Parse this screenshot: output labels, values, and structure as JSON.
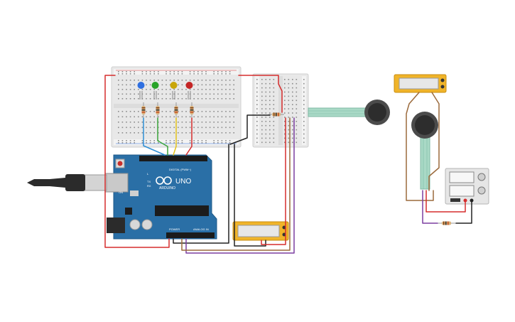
{
  "arduino": {
    "brand": "ARDUINO",
    "model": "UNO",
    "digital_label": "DIGITAL (PWM~)",
    "power_label": "POWER",
    "analog_label": "ANALOG IN",
    "tx_label": "TX",
    "rx_label": "RX",
    "on_label": "ON",
    "l_label": "L"
  },
  "colors": {
    "board": "#2a6fa6",
    "breadboard": "#e9e9e9",
    "wire_red": "#d62d2d",
    "wire_black": "#222222",
    "wire_purple": "#7b3fa0",
    "wire_brown": "#9b6a3c",
    "wire_blue": "#2f8fd6",
    "wire_green": "#3aa43a",
    "wire_yellow": "#e3c21b",
    "fsr_tail": "#a9d9c6",
    "display_frame": "#f0b429"
  },
  "leds": [
    {
      "name": "blue",
      "color": "#2f6fe0"
    },
    {
      "name": "green",
      "color": "#29a329"
    },
    {
      "name": "yellow",
      "color": "#c9a60a"
    },
    {
      "name": "red",
      "color": "#c42525"
    }
  ],
  "components": {
    "fsr": [
      "force-sensor-1",
      "force-sensor-2"
    ],
    "displays": [
      "lcd-display-1",
      "lcd-display-2"
    ],
    "power_supply": "power-supply"
  }
}
